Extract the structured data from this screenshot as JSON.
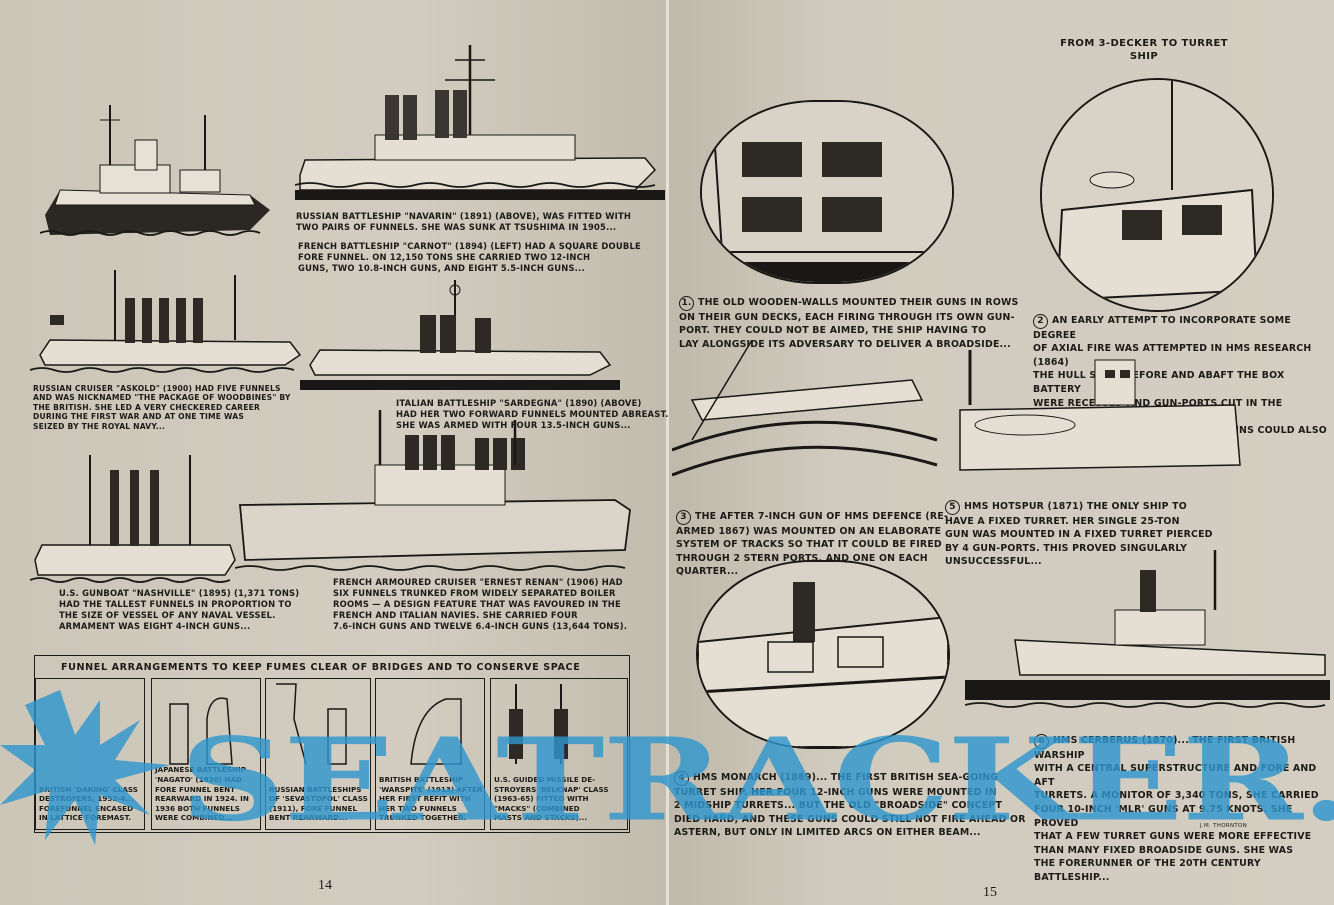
{
  "spread": {
    "left_page_number": "14",
    "right_page_number": "15"
  },
  "left_page": {
    "captions": [
      {
        "id": "navarin",
        "text": "Russian Battleship \"Navarin\" (1891) (above), was fitted with\ntwo pairs of funnels. She was sunk at Tsushima in 1905..."
      },
      {
        "id": "carnot",
        "text": "French Battleship \"Carnot\" (1894) (left) had a square double\nfore funnel. On 12,150 tons she carried two 12-inch\nguns, two 10.8-inch guns, and eight 5.5-inch guns..."
      },
      {
        "id": "askold",
        "text": "Russian Cruiser \"Askold\" (1900) had five funnels\nand was nicknamed \"The package of Woodbines\" by\nthe British. She led a very checkered career\nduring the First War and at one time was\nseized by the Royal Navy..."
      },
      {
        "id": "sardegna",
        "text": "Italian Battleship \"Sardegna\" (1890) (above)\nhad her two forward funnels mounted abreast.\nShe was armed with four 13.5-inch guns..."
      },
      {
        "id": "nashville",
        "text": "U.S. Gunboat \"Nashville\" (1895) (1,371 tons)\nhad the tallest funnels in proportion to\nthe size of vessel of any naval vessel.\nArmament was eight 4-inch guns..."
      },
      {
        "id": "ernest-renan",
        "text": "French Armoured Cruiser \"Ernest Renan\" (1906) had\nsix funnels trunked from widely separated boiler\nrooms — a design feature that was favoured in the\nFrench and Italian navies. She carried four\n7.6-inch guns and twelve 6.4-inch guns (13,644 tons)."
      }
    ],
    "funnel_box": {
      "title": "Funnel arrangements to keep fumes clear of bridges and to conserve space",
      "panels": [
        {
          "caption": "British 'Daring' class\ndestroyers, 1952-4...\nForefunnel encased\nin lattice foremast."
        },
        {
          "caption": "Japanese Battleship\n'Nagato' (1920) had\nfore funnel bent\nrearward in 1924. In\n1936 both funnels\nwere combined..."
        },
        {
          "caption": "Russian Battleships\nof 'Sevastopol' class\n(1911), fore funnel\nbent rearward..."
        },
        {
          "caption": "British Battleship\n'Warspite' (1913) after\nher first refit with\nher two funnels\ntrunked together."
        },
        {
          "caption": "U.S. Guided missile de-\nstroyers 'Belknap' class\n(1963-65) fitted with\n\"Macks\" (combined\nmasts and stacks)..."
        }
      ]
    }
  },
  "right_page": {
    "title": "From 3-decker to turret\nship",
    "captions": [
      {
        "number": "1.",
        "text": "The old wooden-walls mounted their guns in rows\non their gun decks, each firing through its own gun-\nport. They could not be aimed, the ship having to\nlay alongside its adversary to deliver a broadside..."
      },
      {
        "number": "2",
        "text": "An early attempt to incorporate some degree\nof axial fire was attempted in HMS Research (1864)\nthe hull sides before and abaft the box battery\nwere recessed and gun-ports cut in the bulkheads\nthrough which the traversed guns could also\nbe pointed towards the\nbow and stern..."
      },
      {
        "number": "3",
        "text": "The after 7-inch gun of HMS Defence (re-\narmed 1867) was mounted on an elaborate\nsystem of tracks so that it could be fired\nthrough 2 stern ports, and one on each\nquarter..."
      },
      {
        "number": "4",
        "text": "HMS Monarch (1869)... the first British sea-going\nturret ship. Her four 12-inch guns were mounted in\n2 midship turrets... But the old \"broadside\" concept\ndied hard, and these guns could still not fire ahead or\nastern, but only in limited arcs on either beam..."
      },
      {
        "number": "5",
        "text": "HMS Hotspur (1871) the only ship to\nhave a fixed turret. Her single 25-ton\ngun was mounted in a fixed turret pierced\nby 4 gun-ports. This proved singularly\nunsuccessful..."
      },
      {
        "number": "6",
        "text": "HMS Cerberus (1870)... the first British warship\nwith a central superstructure and fore and aft\nturrets. A monitor of 3,340 tons, she carried\nfour 10-inch 'MLR' guns at 9.75 knots. She proved\nthat a few turret guns were more effective\nthan many fixed broadside guns. She was\nthe forerunner of the 20th century battleship..."
      }
    ],
    "signature": "J.M. Thornton"
  },
  "watermark": {
    "text": "SEATRACKER.RU",
    "color": "#2e96cd"
  },
  "colors": {
    "paper": "#cfcabd",
    "ink": "#1d1b18",
    "watermark": "#2e96cd"
  }
}
